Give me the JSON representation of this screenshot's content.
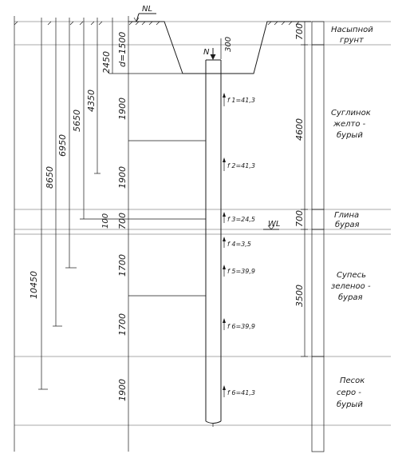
{
  "marks": {
    "nl": "NL",
    "wl": "WL",
    "n": "N",
    "pile_offset": "300"
  },
  "left_dims": [
    {
      "id": "d1",
      "text": "d=1500"
    },
    {
      "id": "d2",
      "text": "2450"
    },
    {
      "id": "d3",
      "text": "4350"
    },
    {
      "id": "d4",
      "text": "5650"
    },
    {
      "id": "d5",
      "text": "6950"
    },
    {
      "id": "d6",
      "text": "8650"
    },
    {
      "id": "d7",
      "text": "10450"
    },
    {
      "id": "d8",
      "text": "100"
    }
  ],
  "segments": [
    {
      "id": "s1",
      "text": "1900"
    },
    {
      "id": "s2",
      "text": "1900"
    },
    {
      "id": "s3",
      "text": "700"
    },
    {
      "id": "s4",
      "text": "1700"
    },
    {
      "id": "s5",
      "text": "1700"
    },
    {
      "id": "s6",
      "text": "1900"
    }
  ],
  "forces": [
    {
      "id": "f1",
      "text": "f 1=41,3"
    },
    {
      "id": "f2",
      "text": "f 2=41,3"
    },
    {
      "id": "f3",
      "text": "f 3=24,5"
    },
    {
      "id": "f4",
      "text": "f 4=3,5"
    },
    {
      "id": "f5",
      "text": "f 5=39,9"
    },
    {
      "id": "f6",
      "text": "f 6=39,9"
    },
    {
      "id": "f7",
      "text": "f 6=41,3"
    }
  ],
  "layer_thickness": [
    {
      "id": "t1",
      "text": "700"
    },
    {
      "id": "t2",
      "text": "4600"
    },
    {
      "id": "t3",
      "text": "700"
    },
    {
      "id": "t4",
      "text": "3500"
    }
  ],
  "soils": [
    {
      "id": "soil1",
      "lines": [
        "Насыпной",
        "грунт"
      ]
    },
    {
      "id": "soil2",
      "lines": [
        "Суглинок",
        "желто -",
        "бурый"
      ]
    },
    {
      "id": "soil3",
      "lines": [
        "Глина",
        "бурая"
      ]
    },
    {
      "id": "soil4",
      "lines": [
        "Супесь",
        "зеленоо -",
        "бурая"
      ]
    },
    {
      "id": "soil5",
      "lines": [
        "Песок",
        "серо -",
        "бурый"
      ]
    }
  ]
}
